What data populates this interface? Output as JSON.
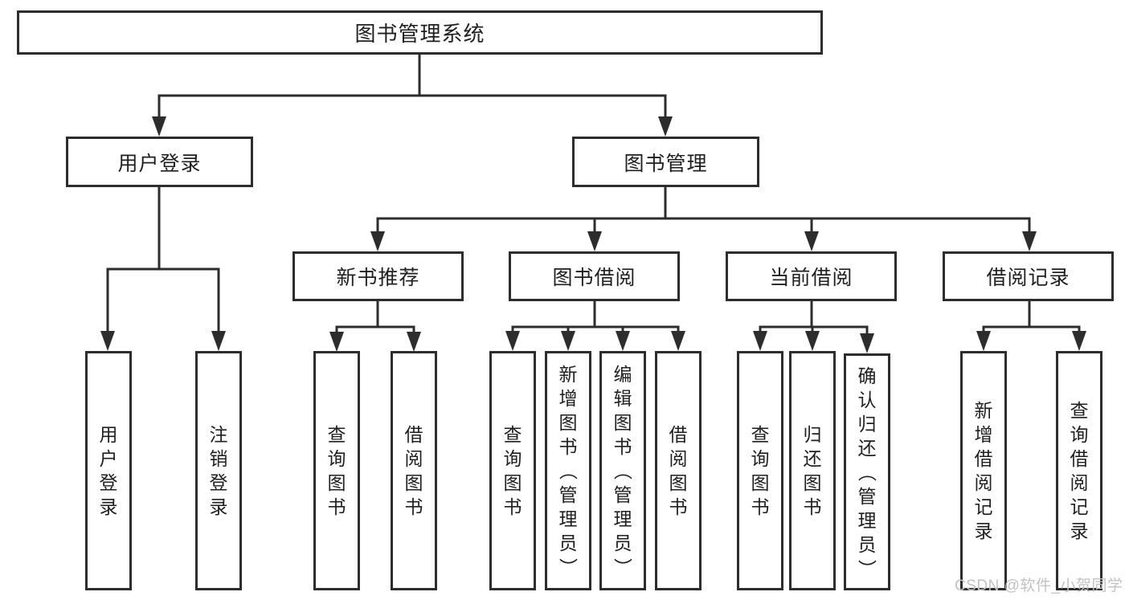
{
  "diagram": {
    "watermark": "CSDN @软件_小贺同学",
    "colors": {
      "line": "#2d2d2d",
      "box_border": "#2d2d2d",
      "text": "#1f1f1f",
      "background": "#ffffff",
      "watermark_text": "#c2c2c2"
    },
    "nodes": {
      "root": "图书管理系统",
      "user_login": "用户登录",
      "book_mgmt": "图书管理",
      "leaf_user_login": "用户登录",
      "leaf_logout": "注销登录",
      "new_book_rec": "新书推荐",
      "book_borrow": "图书借阅",
      "current_borrow": "当前借阅",
      "borrow_record": "借阅记录",
      "nb_query_book": "查询图书",
      "nb_borrow_book": "借阅图书",
      "bb_query_book": "查询图书",
      "bb_add_book": "新增图书（管理员）",
      "bb_edit_book": "编辑图书（管理员）",
      "bb_borrow_book": "借阅图书",
      "cb_query_book": "查询图书",
      "cb_return_book": "归还图书",
      "cb_confirm_return": "确认归还（管理员）",
      "br_add_record": "新增借阅记录",
      "br_query_record": "查询借阅记录"
    },
    "hierarchy": {
      "图书管理系统": {
        "用户登录": [
          "用户登录",
          "注销登录"
        ],
        "图书管理": {
          "新书推荐": [
            "查询图书",
            "借阅图书"
          ],
          "图书借阅": [
            "查询图书",
            "新增图书（管理员）",
            "编辑图书（管理员）",
            "借阅图书"
          ],
          "当前借阅": [
            "查询图书",
            "归还图书",
            "确认归还（管理员）"
          ],
          "借阅记录": [
            "新增借阅记录",
            "查询借阅记录"
          ]
        }
      }
    }
  }
}
